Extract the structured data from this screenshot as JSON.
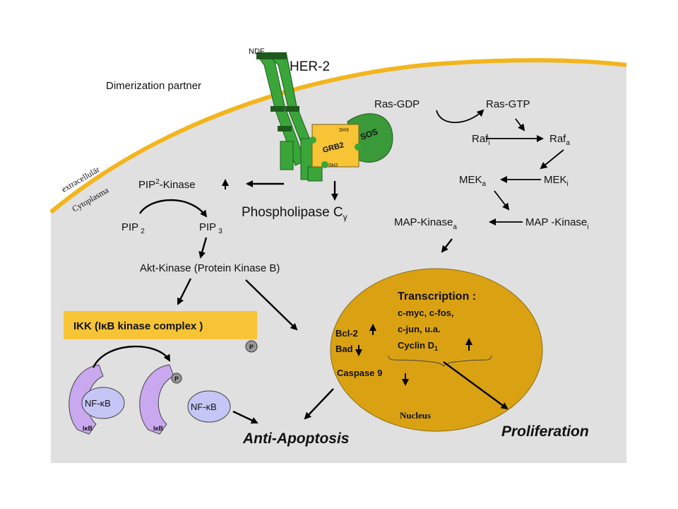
{
  "labels": {
    "ndf": "NDF",
    "her2": "HER-2",
    "dimerization_partner": "Dimerization partner",
    "extracellular": "extracellulär",
    "cytoplasma": "Cytoplasma",
    "sh3": "SH3",
    "sh2": "SH2",
    "grb2": "GRB2",
    "sos": "SOS",
    "ras_gdp": "Ras-GDP",
    "ras_gtp": "Ras-GTP",
    "raf": "Raf",
    "raf_i_sub": "i",
    "raf_a_sub": "a",
    "mek": "MEK",
    "mek_a_sub": "a",
    "mek_i_sub": "i",
    "map_kinase": "MAP-Kinase",
    "map_kinase_a_sub": "a",
    "map_kinase_i": "MAP -Kinase",
    "map_kinase_i_sub": "i",
    "pip": "PIP",
    "pip2_sub": "2",
    "pip3_sub": "3",
    "kinase_suffix": "-Kinase",
    "phospholipase": "Phospholipase C",
    "gamma": "γ",
    "akt_kinase": "Akt-Kinase (Protein Kinase B)",
    "ikk": "IKK (IκB kinase  complex )",
    "p": "P",
    "nfkb": "NF-κB",
    "ikb": "IκB",
    "transcription": "Transcription :",
    "tx_line1": "c-myc, c-fos,",
    "tx_line2": "c-jun, u.a.",
    "cyclin": "Cyclin D",
    "cyclin_sub": "1",
    "bcl2": "Bcl-2",
    "bad": "Bad",
    "caspase9": "Caspase 9",
    "nucleus": "Nucleus",
    "anti_apoptosis": "Anti-Apoptosis",
    "proliferation": "Proliferation"
  },
  "colors": {
    "cytoplasm": "#e0e0e0",
    "membrane": "#f2b51c",
    "receptor_green": "#3aa63a",
    "receptor_dark": "#1d5a1d",
    "grb2_yellow": "#f7c436",
    "sos_green": "#3a9a3a",
    "nucleus_fill": "#daa213",
    "ikk_box": "#f7c436",
    "ikb_purple": "#c9a8f0",
    "nfkb_fill": "#c6c6f6",
    "phospho_gray": "#9a9a9a"
  }
}
